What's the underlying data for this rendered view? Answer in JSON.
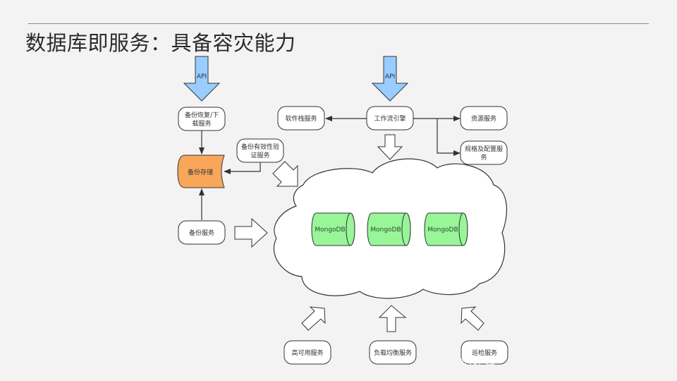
{
  "slide": {
    "title": "数据库即服务：具备容灾能力",
    "background": "#f3f3f3"
  },
  "diagram": {
    "api_arrows": [
      {
        "label": "API",
        "target": "备份恢复/下载服务"
      },
      {
        "label": "API",
        "target": "工作流引擎"
      }
    ],
    "nodes": {
      "restore_download": {
        "lines": [
          "备份恢复/下",
          "载服务"
        ]
      },
      "backup_validation": {
        "lines": [
          "备份有效性验",
          "证服务"
        ]
      },
      "backup_storage": {
        "lines": [
          "备份存储"
        ],
        "fill": "#f8a65a"
      },
      "backup_service": {
        "lines": [
          "备份服务"
        ]
      },
      "software_stack": {
        "lines": [
          "软件栈服务"
        ]
      },
      "workflow_engine": {
        "lines": [
          "工作流引擎"
        ]
      },
      "resource_service": {
        "lines": [
          "资源服务"
        ]
      },
      "spec_config": {
        "lines": [
          "规格及配置服",
          "务"
        ]
      },
      "high_availability": {
        "lines": [
          "高可用服务"
        ]
      },
      "load_balancing": {
        "lines": [
          "负载均衡服务"
        ]
      },
      "inspection": {
        "lines": [
          "巡检服务"
        ]
      }
    },
    "cloud": {
      "databases": [
        "MongoDB",
        "MongoDB",
        "MongoDB"
      ],
      "db_fill": "#98f598"
    },
    "colors": {
      "api_fill": "#99ccff",
      "stroke": "#333333"
    }
  },
  "watermark": "亿速云"
}
